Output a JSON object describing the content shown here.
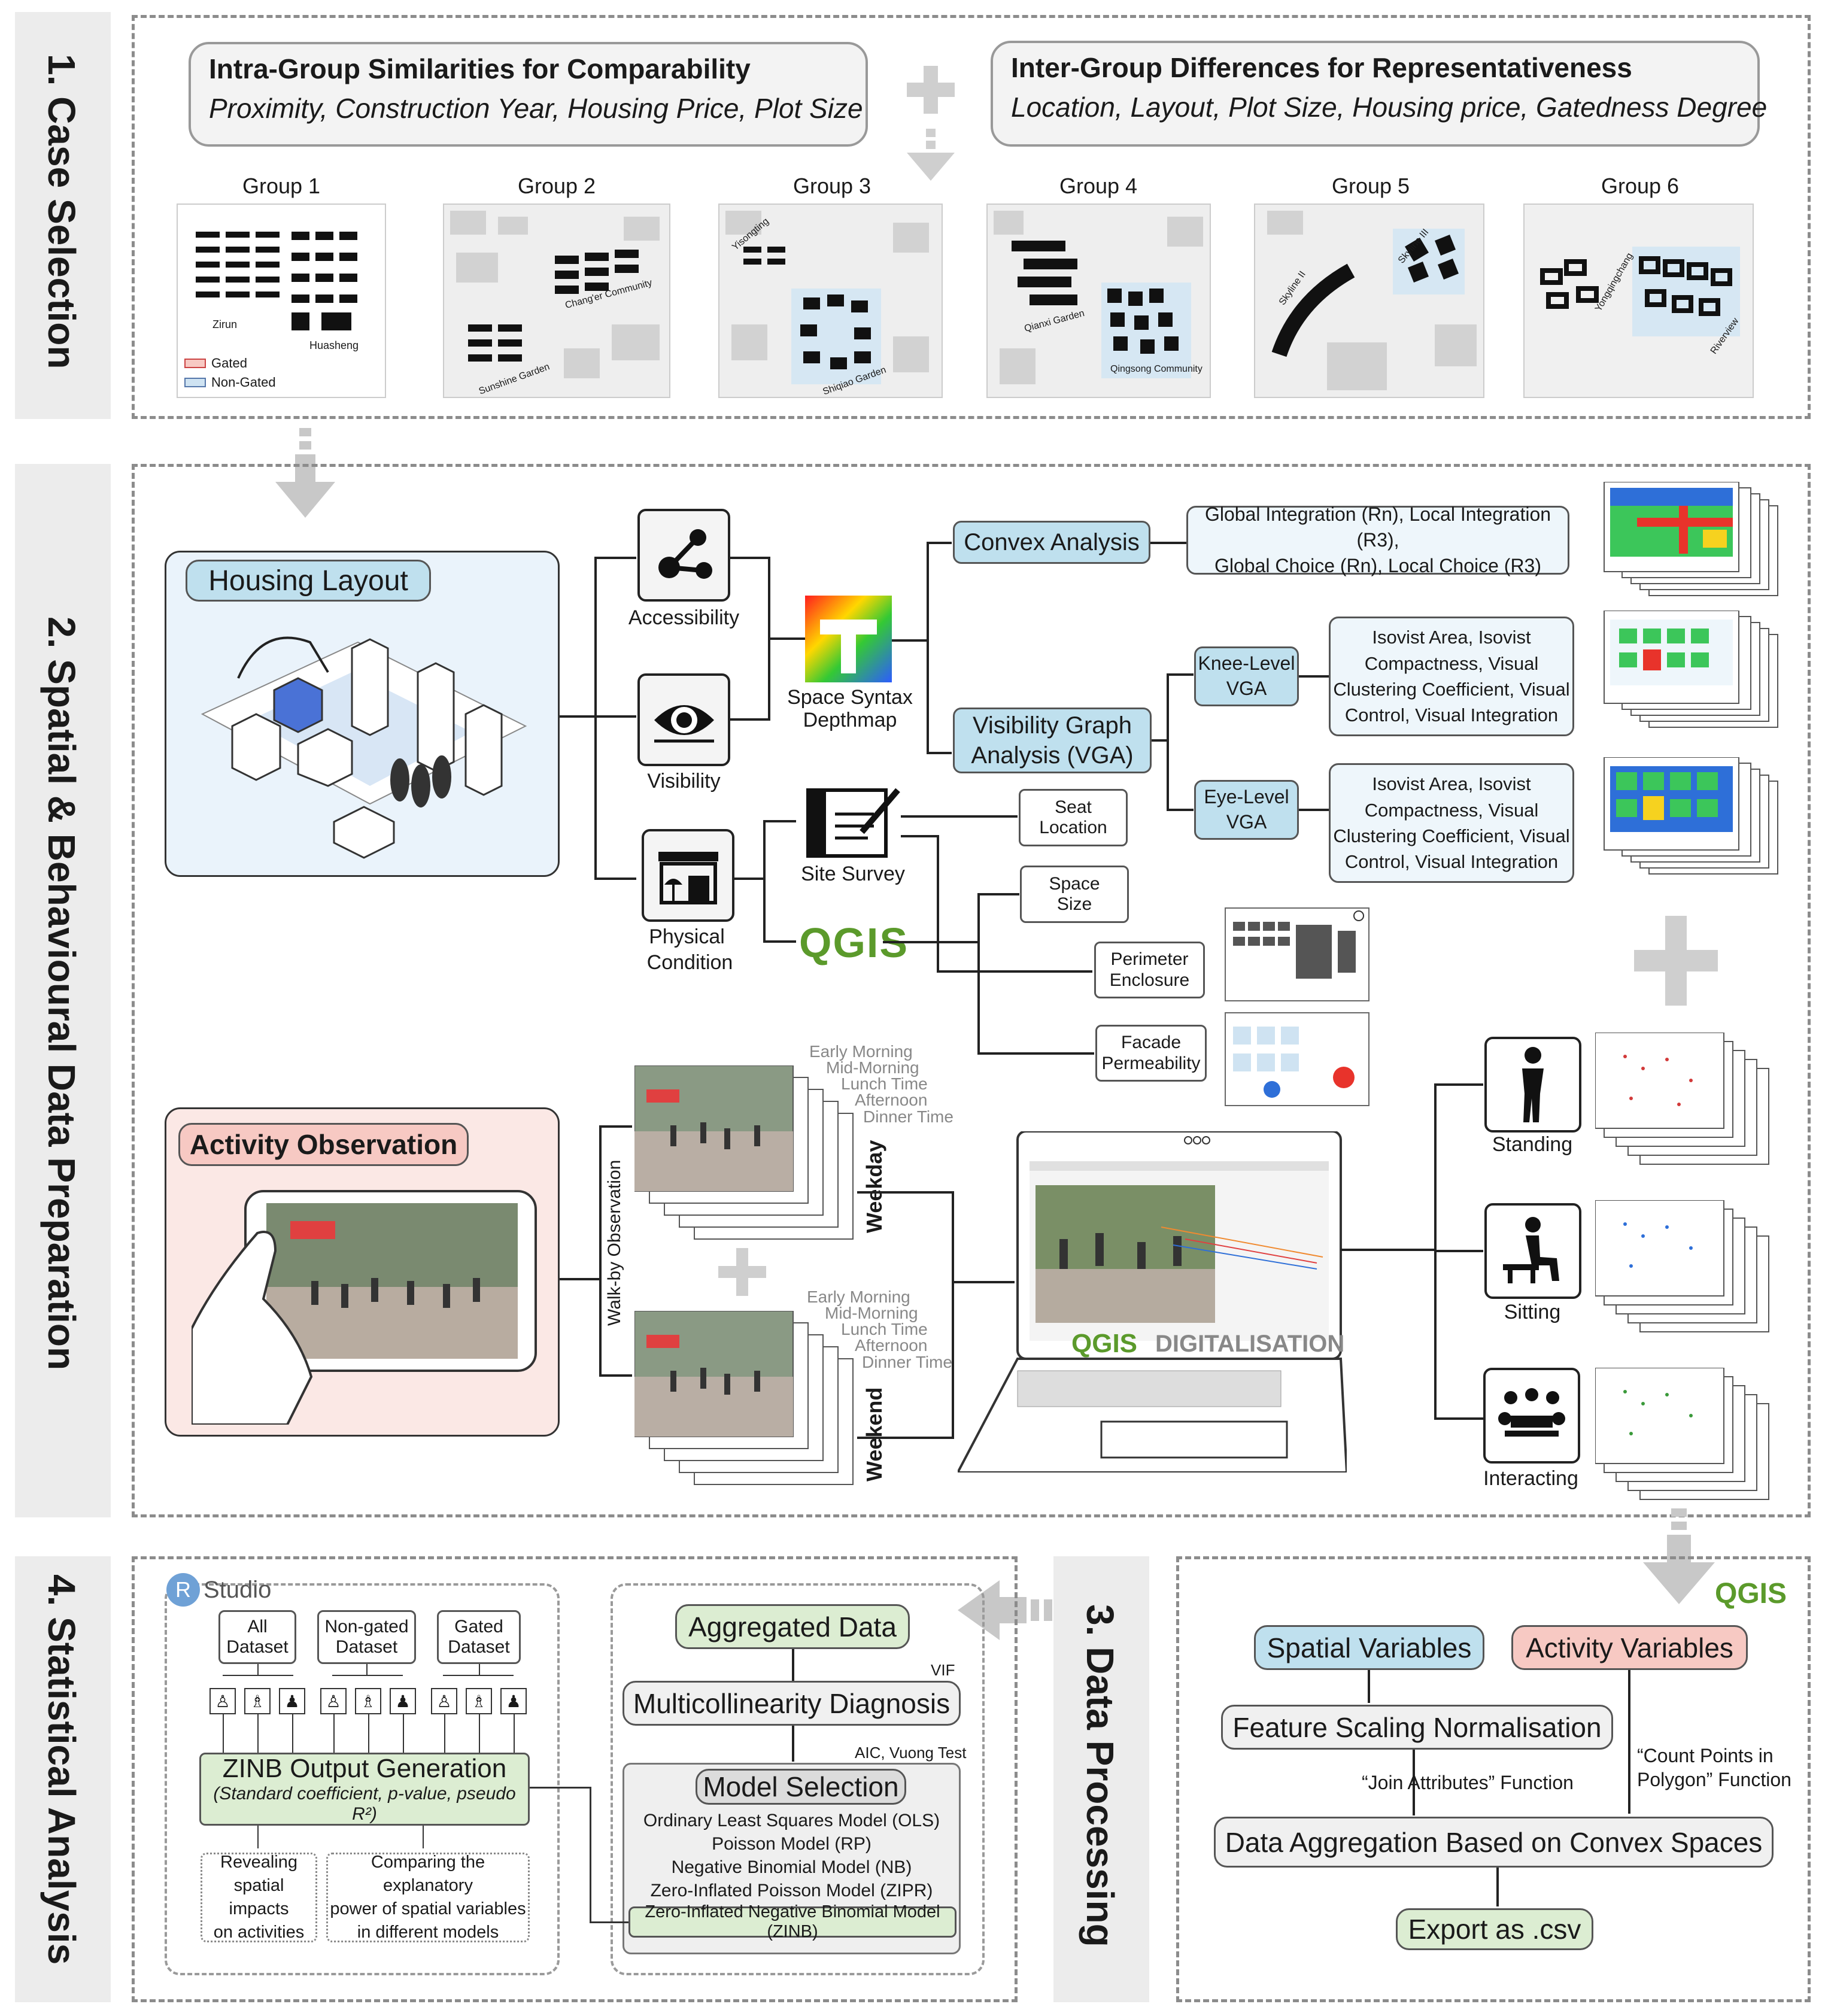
{
  "sections": {
    "s1": "1. Case Selection",
    "s2": "2. Spatial & Behavioural Data Preparation",
    "s3": "3. Data Processing",
    "s4": "4. Statistical Analysis"
  },
  "criteria": {
    "intra_title": "Intra-Group Similarities for Comparability",
    "intra_sub": "Proximity, Construction Year, Housing Price, Plot Size",
    "inter_title": "Inter-Group Differences for Representativeness",
    "inter_sub": "Location, Layout, Plot Size, Housing price, Gatedness Degree"
  },
  "groups": [
    {
      "title": "Group 1",
      "labels": [
        "Zirun",
        "Huasheng"
      ]
    },
    {
      "title": "Group 2",
      "labels": [
        "Chang'er Community",
        "Sunshine Garden"
      ]
    },
    {
      "title": "Group 3",
      "labels": [
        "Yisongting",
        "Shiqiao Garden"
      ]
    },
    {
      "title": "Group 4",
      "labels": [
        "Qianxi Garden",
        "Qingsong Community"
      ]
    },
    {
      "title": "Group 5",
      "labels": [
        "Skyline II",
        "Skyline III"
      ]
    },
    {
      "title": "Group 6",
      "labels": [
        "Yongqingchang",
        "Riverview"
      ]
    }
  ],
  "legend": {
    "gated": "Gated",
    "non_gated": "Non-Gated"
  },
  "prep": {
    "housing_layout": "Housing Layout",
    "accessibility": "Accessibility",
    "visibility": "Visibility",
    "physical_line1": "Physical",
    "physical_line2": "Condition",
    "depthmap_line1": "Space Syntax",
    "depthmap_line2": "Depthmap",
    "site_survey": "Site Survey",
    "qgis": "QGIS",
    "convex": "Convex Analysis",
    "convex_vars_1": "Global Integration (Rn), Local Integration (R3),",
    "convex_vars_2": "Global Choice (Rn), Local Choice (R3)",
    "vga_1": "Visibility Graph",
    "vga_2": "Analysis (VGA)",
    "knee_1": "Knee-Level",
    "knee_2": "VGA",
    "eye_1": "Eye-Level",
    "eye_2": "VGA",
    "isovist_1": "Isovist Area, Isovist",
    "isovist_2": "Compactness, Visual",
    "isovist_3": "Clustering Coefficient, Visual",
    "isovist_4": "Control, Visual Integration",
    "seat_1": "Seat",
    "seat_2": "Location",
    "space_1": "Space",
    "space_2": "Size",
    "perim_1": "Perimeter",
    "perim_2": "Enclosure",
    "facade_1": "Facade",
    "facade_2": "Permeability",
    "activity_obs": "Activity Observation",
    "walkby": "Walk-by Observation",
    "times": [
      "Early Morning",
      "Mid-Morning",
      "Lunch Time",
      "Afternoon",
      "Dinner Time"
    ],
    "weekday": "Weekday",
    "weekend": "Weekend",
    "qgis_digit_a": "QGIS",
    "qgis_digit_b": "DIGITALISATION",
    "standing": "Standing",
    "sitting": "Sitting",
    "interacting": "Interacting"
  },
  "processing": {
    "qgis": "QGIS",
    "spatial_vars": "Spatial Variables",
    "activity_vars": "Activity Variables",
    "scaling": "Feature Scaling Normalisation",
    "join_attr": "“Join Attributes” Function",
    "count_pts_1": "“Count Points in",
    "count_pts_2": "Polygon” Function",
    "aggregation": "Data Aggregation Based on Convex Spaces",
    "export": "Export as .csv"
  },
  "stats": {
    "rstudio": "Studio",
    "rstudio_r": "R",
    "aggregated": "Aggregated Data",
    "vif": "VIF",
    "multicol": "Multicollinearity Diagnosis",
    "aic": "AIC, Vuong Test",
    "model_sel": "Model Selection",
    "models": [
      "Ordinary Least Squares Model (OLS)",
      "Poisson Model (RP)",
      "Negative Binomial Model (NB)",
      "Zero-Inflated Poisson Model (ZIPR)"
    ],
    "zinb": "Zero-Inflated Negative Binomial Model (ZINB)",
    "datasets": [
      {
        "l1": "All",
        "l2": "Dataset"
      },
      {
        "l1": "Non-gated",
        "l2": "Dataset"
      },
      {
        "l1": "Gated",
        "l2": "Dataset"
      }
    ],
    "zinb_out": "ZINB Output Generation",
    "zinb_out_sub": "(Standard coefficient, p-value, pseudo R²)",
    "reveal_1": "Revealing",
    "reveal_2": "spatial impacts",
    "reveal_3": "on activities",
    "compare_1": "Comparing the explanatory",
    "compare_2": "power of spatial variables",
    "compare_3": "in different models"
  }
}
